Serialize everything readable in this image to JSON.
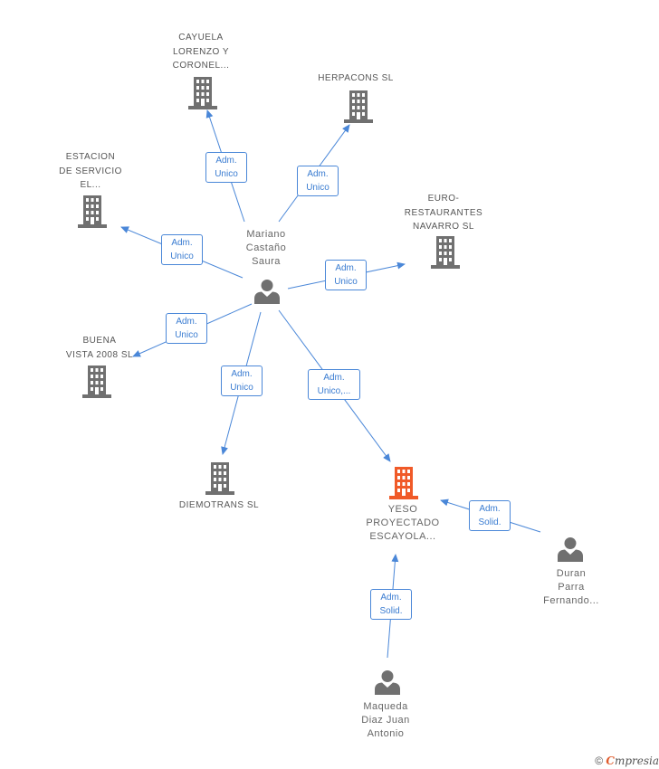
{
  "colors": {
    "edge": "#4a87d8",
    "building": "#707070",
    "building_highlight": "#f05a28",
    "person": "#707070"
  },
  "nodes": {
    "cayuela": {
      "label": "CAYUELA\nLORENZO Y\nCORONEL...",
      "icon": "building-icon"
    },
    "herpacons": {
      "label": "HERPACONS SL",
      "icon": "building-icon"
    },
    "estacion": {
      "label": "ESTACION\nDE SERVICIO\nEL...",
      "icon": "building-icon"
    },
    "euro": {
      "label": "EURO-\nRESTAURANTES\nNAVARRO SL",
      "icon": "building-icon"
    },
    "buena_vista": {
      "label": "BUENA\nVISTA 2008 SL",
      "icon": "building-icon"
    },
    "diemotrans": {
      "label": "DIEMOTRANS SL",
      "icon": "building-icon"
    },
    "yeso": {
      "label": "YESO\nPROYECTADO\nESCAYOLA...",
      "icon": "building-icon-highlight"
    },
    "mariano": {
      "label": "Mariano\nCastaño\nSaura",
      "icon": "person-icon"
    },
    "duran": {
      "label": "Duran\nParra\nFernando...",
      "icon": "person-icon"
    },
    "maqueda": {
      "label": "Maqueda\nDiaz Juan\nAntonio",
      "icon": "person-icon"
    }
  },
  "edges": {
    "mariano_cayuela": "Adm.\nUnico",
    "mariano_herpacons": "Adm.\nUnico",
    "mariano_estacion": "Adm.\nUnico",
    "mariano_euro": "Adm.\nUnico",
    "mariano_buena_vista": "Adm.\nUnico",
    "mariano_diemotrans": "Adm.\nUnico",
    "mariano_yeso": "Adm.\nUnico,...",
    "duran_yeso": "Adm.\nSolid.",
    "maqueda_yeso": "Adm.\nSolid."
  },
  "footer": {
    "copyright": "©",
    "brand_initial": "C",
    "brand_rest": "mpresia"
  }
}
